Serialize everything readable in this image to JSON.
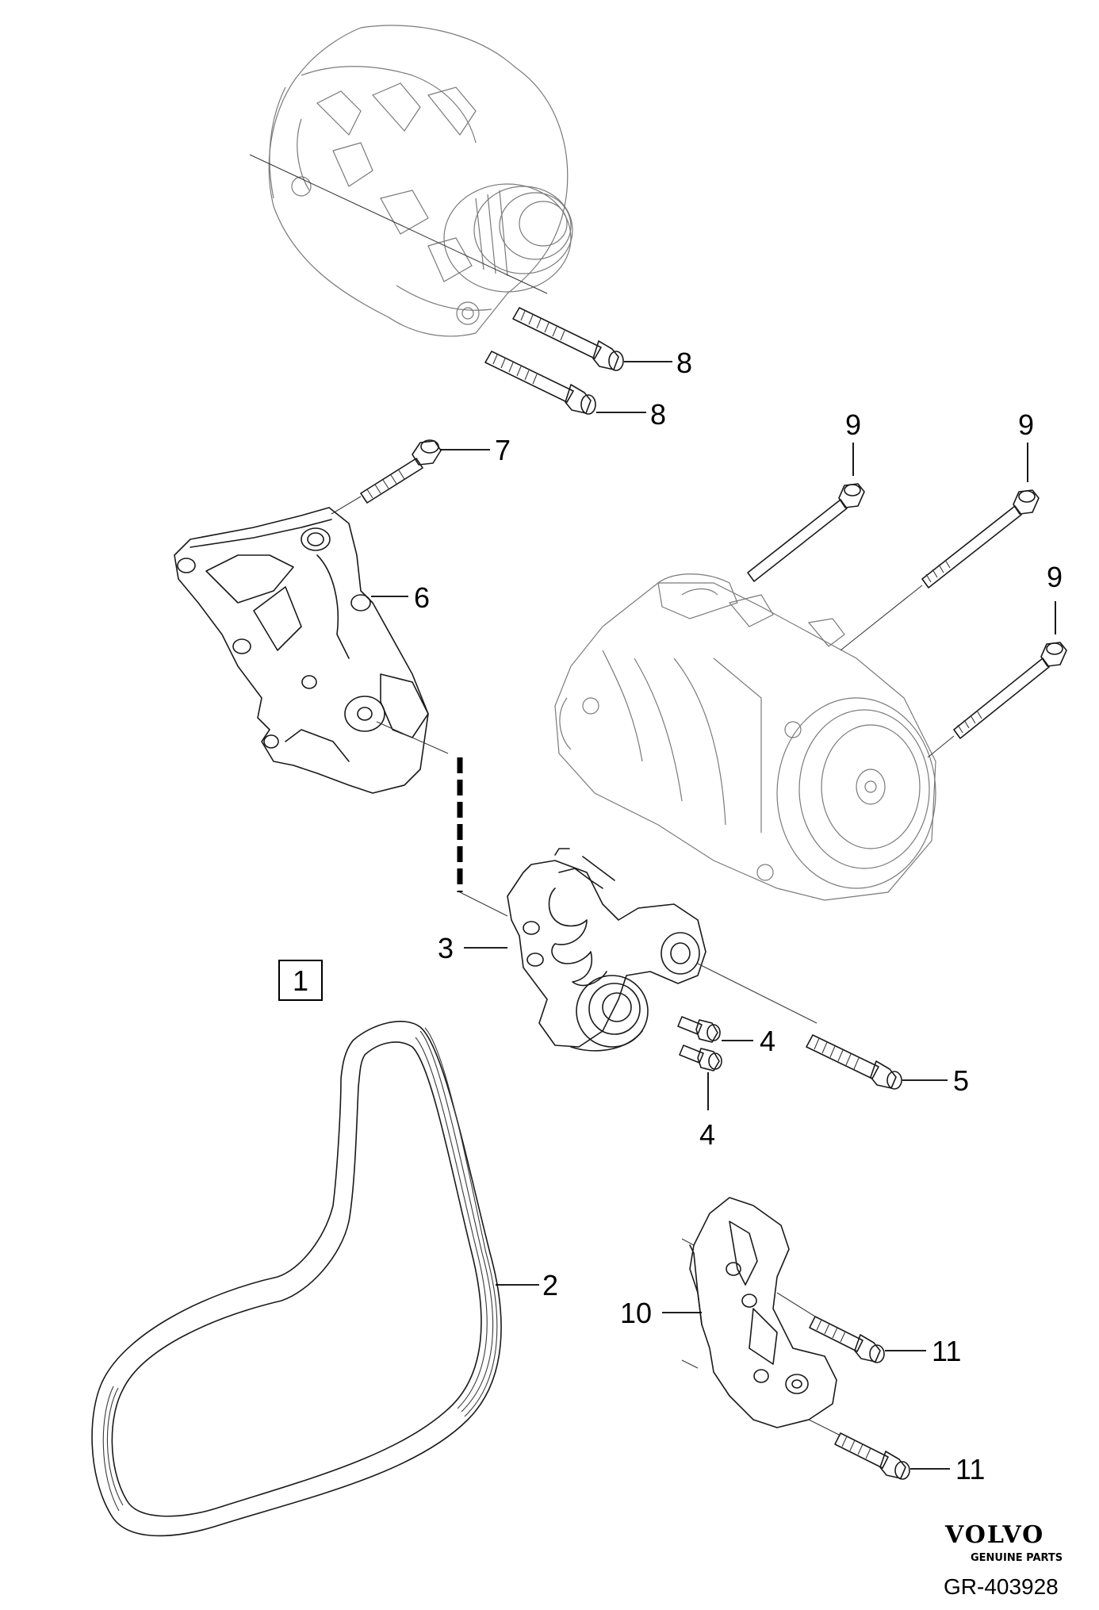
{
  "callouts": {
    "c1": "1",
    "c2": "2",
    "c3": "3",
    "c4a": "4",
    "c4b": "4",
    "c5": "5",
    "c6": "6",
    "c7": "7",
    "c8a": "8",
    "c8b": "8",
    "c9a": "9",
    "c9b": "9",
    "c9c": "9",
    "c10": "10",
    "c11a": "11",
    "c11b": "11"
  },
  "footer": {
    "brand": "VOLVO",
    "brand_sub": "GENUINE PARTS",
    "drawing_number": "GR-403928"
  }
}
